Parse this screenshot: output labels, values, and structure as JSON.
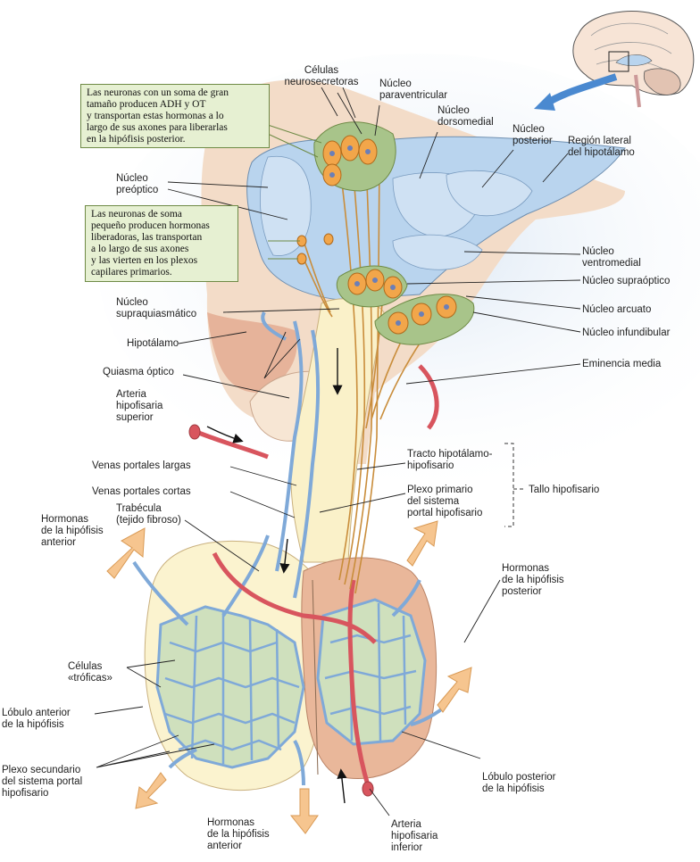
{
  "notes": {
    "large_neurons": [
      "Las neuronas con un soma de gran",
      "tamaño producen ADH y OT",
      "y transportan estas hormonas a lo",
      "largo de sus axones para liberarlas",
      "en la hipófisis posterior."
    ],
    "small_neurons": [
      "Las neuronas de soma",
      "pequeño producen hormonas",
      "liberadoras, las transportan",
      "a lo largo de sus axones",
      "y las vierten en los plexos",
      "capilares primarios."
    ]
  },
  "labels": {
    "celulas_neurosecretoras": [
      "Células",
      "neurosecretoras"
    ],
    "nucleo_paraventricular": [
      "Núcleo",
      "paraventricular"
    ],
    "nucleo_dorsomedial": [
      "Núcleo",
      "dorsomedial"
    ],
    "nucleo_posterior": [
      "Núcleo",
      "posterior"
    ],
    "region_lateral": [
      "Región lateral",
      "del hipotálamo"
    ],
    "nucleo_preoptico": [
      "Núcleo",
      "preóptico"
    ],
    "nucleo_ventromedial": [
      "Núcleo",
      "ventromedial"
    ],
    "nucleo_supraoptico": [
      "Núcleo supraóptico"
    ],
    "nucleo_arcuato": [
      "Núcleo arcuato"
    ],
    "nucleo_infundibular": [
      "Núcleo infundibular"
    ],
    "nucleo_supraquiasmatico": [
      "Núcleo",
      "supraquiasmático"
    ],
    "hipotalamo": [
      "Hipotálamo"
    ],
    "eminencia_media": [
      "Eminencia media"
    ],
    "quiasma_optico": [
      "Quiasma óptico"
    ],
    "arteria_hipofisaria_superior": [
      "Arteria",
      "hipofisaria",
      "superior"
    ],
    "tracto_hipotalamo_hipofisario": [
      "Tracto hipotálamo-",
      "hipofisario"
    ],
    "venas_portales_largas": [
      "Venas portales largas"
    ],
    "venas_portales_cortas": [
      "Venas portales cortas"
    ],
    "plexo_primario": [
      "Plexo primario",
      "del sistema",
      "portal hipofisario"
    ],
    "tallo_hipofisario": [
      "Tallo hipofisario"
    ],
    "trabecula": [
      "Trabécula",
      "(tejido fibroso)"
    ],
    "hormonas_anterior_top": [
      "Hormonas",
      "de la hipófisis",
      "anterior"
    ],
    "hormonas_posterior": [
      "Hormonas",
      "de la hipófisis",
      "posterior"
    ],
    "celulas_troficas": [
      "Células",
      "«tróficas»"
    ],
    "lobulo_anterior": [
      "Lóbulo anterior",
      "de la hipófisis"
    ],
    "plexo_secundario": [
      "Plexo secundario",
      "del sistema portal",
      "hipofisario"
    ],
    "lobulo_posterior": [
      "Lóbulo posterior",
      "de la hipófisis"
    ],
    "hormonas_anterior_bottom": [
      "Hormonas",
      "de la hipófisis",
      "anterior"
    ],
    "arteria_hipofisaria_inferior": [
      "Arteria",
      "hipofisaria",
      "inferior"
    ]
  },
  "colors": {
    "ventricle": "#b9d4ee",
    "hypothalamus": "#f1cfb4",
    "anterior_lobe": "#fbf3cf",
    "posterior_lobe": "#e9b79a",
    "vessel_blue": "#7fa9d8",
    "artery_red": "#d8555e",
    "neuron_orange": "#f2a64a",
    "cell_green": "#cfe0bd",
    "note_green": "#e6f0d2",
    "arrow_blue": "#4a89d0",
    "hormone_arrow": "#f6c58f"
  }
}
